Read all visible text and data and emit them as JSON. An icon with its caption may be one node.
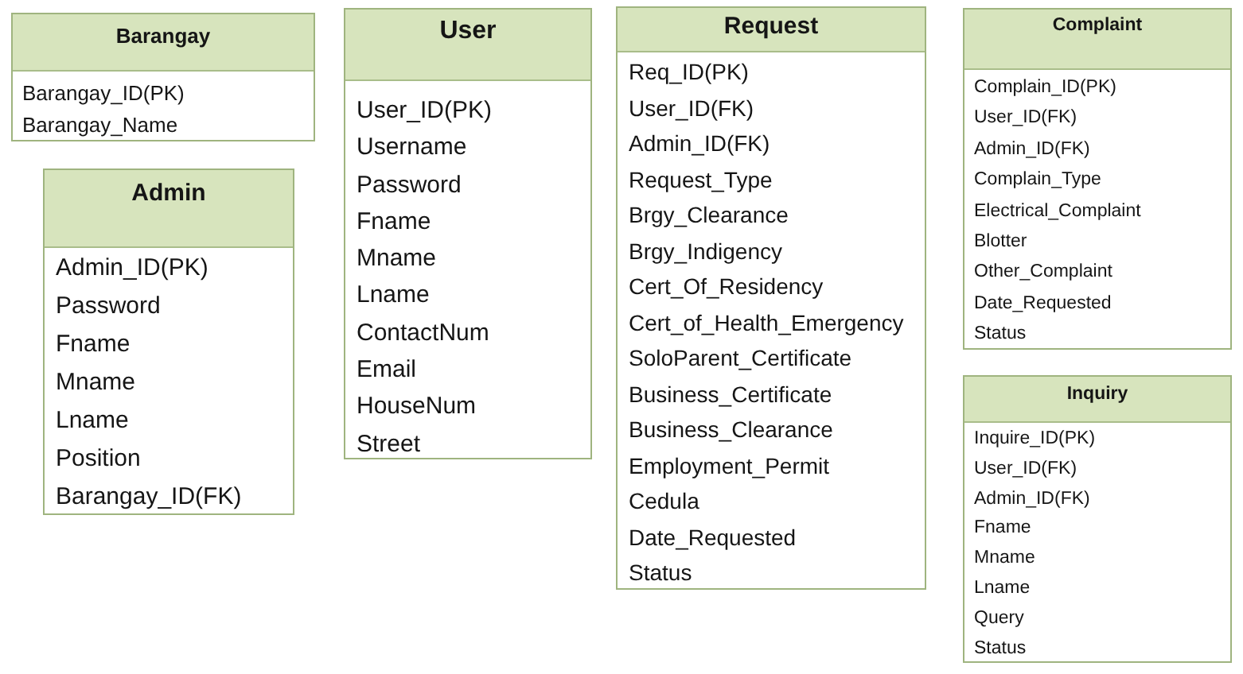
{
  "diagram": {
    "nodes": [
      {
        "text": [
          "Barangay",
          "Barangay_ID(PK)",
          "Barangay_Name"
        ]
      },
      {
        "text": [
          "Admin",
          "Admin_ID(PK)",
          "Password",
          "Fname",
          "Mname",
          "Lname",
          "Position",
          "Barangay_ID(FK)"
        ]
      },
      {
        "text": [
          "User",
          "User_ID(PK)",
          "Username",
          "Password",
          "Fname",
          "Mname",
          "Lname",
          "ContactNum",
          "Email",
          "HouseNum",
          "Street"
        ]
      },
      {
        "text": [
          "Request",
          "Req_ID(PK)",
          "User_ID(FK)",
          "Admin_ID(FK)",
          "Request_Type",
          "Brgy_Clearance",
          "Brgy_Indigency",
          "Cert_Of_Residency",
          "Cert_of_Health_Emergency",
          "SoloParent_Certificate",
          "Business_Certificate",
          "Business_Clearance",
          "Employment_Permit",
          "Cedula",
          "Date_Requested",
          "Status"
        ]
      },
      {
        "text": [
          "Complaint",
          "Complain_ID(PK)",
          "User_ID(FK)",
          "Admin_ID(FK)",
          "Complain_Type",
          "Electrical_Complaint",
          "Blotter",
          "Other_Complaint",
          "Date_Requested",
          "Status"
        ]
      },
      {
        "text": [
          "Inquiry",
          "Inquire_ID(PK)",
          "User_ID(FK)",
          "Admin_ID(FK)",
          "Fname",
          "Mname",
          "Lname",
          "Query",
          "Status"
        ]
      }
    ]
  }
}
